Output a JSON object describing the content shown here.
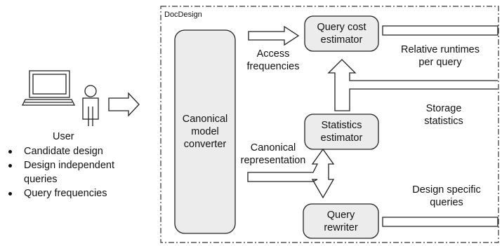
{
  "container": {
    "label": "DocDesign"
  },
  "user": {
    "label": "User",
    "inputs": [
      "Candidate design",
      "Design independent",
      "queries",
      "Query frequencies"
    ]
  },
  "boxes": {
    "converter": [
      "Canonical",
      "model",
      "converter"
    ],
    "cost_estimator": [
      "Query cost",
      "estimator"
    ],
    "stats_estimator": [
      "Statistics",
      "estimator"
    ],
    "rewriter": [
      "Query",
      "rewriter"
    ]
  },
  "labels": {
    "access_frequencies": [
      "Access",
      "frequencies"
    ],
    "canonical_representation": [
      "Canonical",
      "representation"
    ],
    "relative_runtimes": [
      "Relative runtimes",
      "per query"
    ],
    "storage_statistics": [
      "Storage",
      "statistics"
    ],
    "design_specific_queries": [
      "Design specific",
      "queries"
    ]
  },
  "colors": {
    "box_fill": "#ececec",
    "stroke": "#222222",
    "frame": "#333333"
  }
}
